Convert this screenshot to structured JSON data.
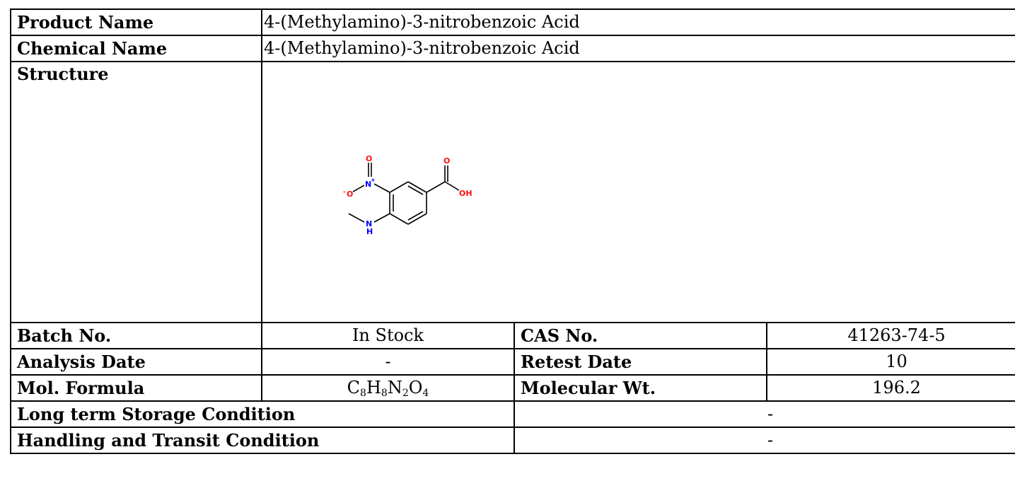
{
  "rows": {
    "product_name": {
      "label": "Product Name",
      "value": "4-(Methylamino)-3-nitrobenzoic Acid"
    },
    "chemical_name": {
      "label": "Chemical Name",
      "value": "4-(Methylamino)-3-nitrobenzoic Acid"
    },
    "structure": {
      "label": "Structure"
    },
    "batch_no": {
      "label": "Batch No.",
      "value": "In Stock"
    },
    "cas_no": {
      "label": "CAS No.",
      "value": "41263-74-5"
    },
    "analysis_date": {
      "label": "Analysis Date",
      "value": "-"
    },
    "retest_date": {
      "label": "Retest Date",
      "value": "10"
    },
    "mol_formula": {
      "label": "Mol. Formula",
      "parts": [
        {
          "el": "C",
          "n": "8"
        },
        {
          "el": "H",
          "n": "8"
        },
        {
          "el": "N",
          "n": "2"
        },
        {
          "el": "O",
          "n": "4"
        }
      ]
    },
    "molecular_wt": {
      "label": "Molecular Wt.",
      "value": "196.2"
    },
    "storage": {
      "label": "Long term Storage Condition",
      "value": "-"
    },
    "handling": {
      "label": "Handling and Transit Condition",
      "value": "-"
    }
  },
  "molecule": {
    "atoms": {
      "o_top": "O",
      "n_plus": "N",
      "charge_plus": "+",
      "o_minus": "O",
      "charge_minus": "-",
      "o_carbonyl": "O",
      "oh": "OH",
      "nh_n": "N",
      "nh_h": "H"
    },
    "colors": {
      "bond": "#000000",
      "oxygen": "#ff0d0d",
      "nitrogen": "#0000ff"
    }
  }
}
